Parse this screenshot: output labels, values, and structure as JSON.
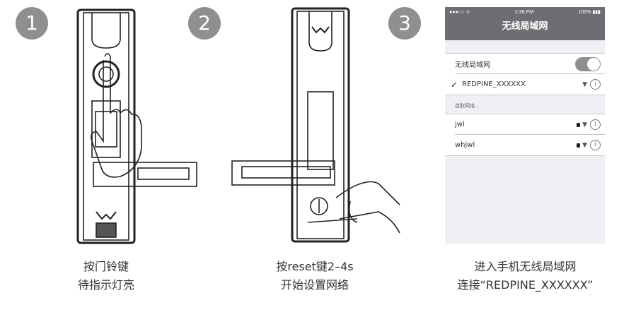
{
  "steps": [
    {
      "number": "1",
      "caption_line1": "按门铃键",
      "caption_line2": "待指示灯亮"
    },
    {
      "number": "2",
      "caption_line1": "按reset键2–4s",
      "caption_line2": "开始设置网络"
    },
    {
      "number": "3",
      "caption_line1": "进入手机无线局域网",
      "caption_line2": "连接“REDPINE_XXXXXX”"
    }
  ],
  "phone": {
    "status_bar": {
      "signal": "●●●○○ ᯤ",
      "time": "2:36 PM",
      "battery": "100% ▮▮▮"
    },
    "title": "无线局域网",
    "wlan_toggle_label": "无线局域网",
    "wlan_toggle_state": "on",
    "connected_network": {
      "check": "✓",
      "name": "REDPINE_XXXXXX"
    },
    "section_header": "选取网络…",
    "networks": [
      {
        "name": "jwl",
        "secured": true
      },
      {
        "name": "whjwl",
        "secured": true
      }
    ],
    "icons": {
      "wifi": "wifi-icon",
      "lock": "lock-icon",
      "info": "info-icon"
    }
  },
  "colors": {
    "step_circle": "#8e8f91",
    "nav_bar": "#6d6e71",
    "background_gray": "#efeff4"
  }
}
